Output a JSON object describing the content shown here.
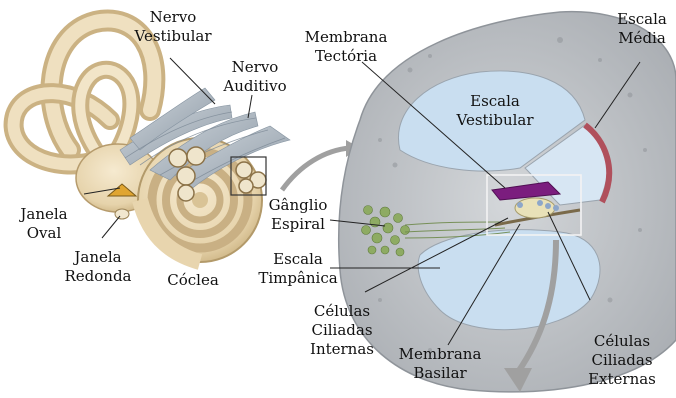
{
  "colors": {
    "bone": "#ecdcb9",
    "bone_shadow": "#b69b6c",
    "nerve": "#aab5bf",
    "bone_section": "#c3c6c9",
    "fluid": "#c7ddec",
    "tectorial": "#7b1d7e",
    "ganglion": "#8aa65e",
    "arrow": "#9a9a9a",
    "window": "#d8a23a"
  },
  "labels": {
    "nervo_vestibular": [
      "Nervo",
      "Vestibular"
    ],
    "nervo_auditivo": [
      "Nervo",
      "Auditivo"
    ],
    "janela_oval": [
      "Janela",
      "Oval"
    ],
    "janela_redonda": [
      "Janela",
      "Redonda"
    ],
    "coclea": [
      "Cóclea"
    ],
    "membrana_tectoria": [
      "Membrana",
      "Tectória"
    ],
    "escala_media": [
      "Escala",
      "Média"
    ],
    "escala_vestibular": [
      "Escala",
      "Vestibular"
    ],
    "ganglio_espiral": [
      "Gânglio",
      "Espiral"
    ],
    "escala_timpanica": [
      "Escala",
      "Timpânica"
    ],
    "celulas_ciliadas_internas": [
      "Células",
      "Ciliadas",
      "Internas"
    ],
    "membrana_basilar": [
      "Membrana",
      "Basilar"
    ],
    "celulas_ciliadas_externas": [
      "Células",
      "Ciliadas",
      "Externas"
    ]
  }
}
